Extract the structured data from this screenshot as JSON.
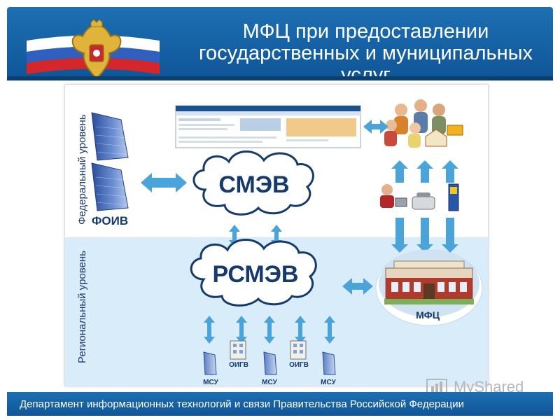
{
  "header": {
    "title_lines": [
      "МФЦ при предоставлении",
      "государственных и муниципальных",
      "услуг"
    ]
  },
  "levels": {
    "federal": "Федеральный уровень",
    "regional": "Региональный уровень"
  },
  "nodes": {
    "foiv": "ФОИВ",
    "smev": "СМЭВ",
    "rsmev": "РСМЭВ",
    "mfc": "МФЦ",
    "msu": "МСУ",
    "oigv": "ОИГВ"
  },
  "footer": {
    "text": "Департамент информационных технологий и связи Правительства Российской Федерации"
  },
  "watermark": {
    "text": "MyShared"
  },
  "colors": {
    "header_blue": "#1565a8",
    "arrow_blue": "#4aa3d9",
    "regional_bg": "#d9ecf9",
    "cloud_text": "#163a6b"
  }
}
